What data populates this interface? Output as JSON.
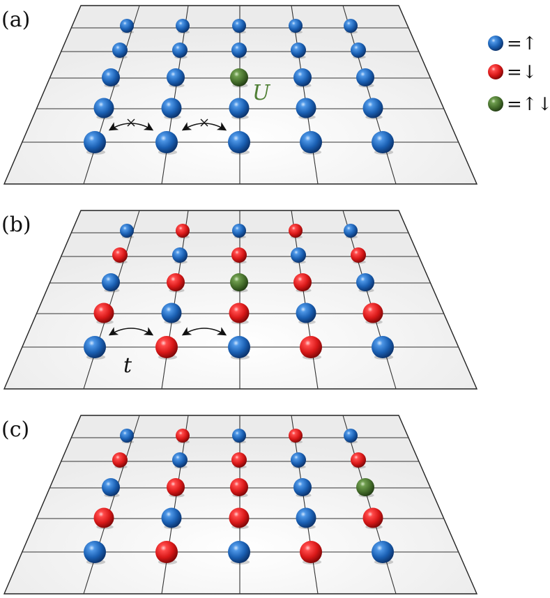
{
  "legend": {
    "items": [
      {
        "type": "up",
        "text": "=↑"
      },
      {
        "type": "down",
        "text": "=↓"
      },
      {
        "type": "double",
        "text": "=↑↓"
      }
    ]
  },
  "colors": {
    "up": "#1f67b8",
    "down": "#e01d1d",
    "double": "#4a7a2f",
    "plane_fill": "#f2f2f2",
    "grid": "#303030",
    "annotation_u": "#4f7f34"
  },
  "panels": [
    {
      "label": "(a)",
      "rows": [
        [
          "up",
          "up",
          "up",
          "up",
          "up"
        ],
        [
          "up",
          "up",
          "up",
          "up",
          "up"
        ],
        [
          "up",
          "up",
          "double",
          "up",
          "up"
        ],
        [
          "up",
          "up",
          "up",
          "up",
          "up"
        ],
        [
          "up",
          "up",
          "up",
          "up",
          "up"
        ]
      ],
      "annotation": {
        "text": "U",
        "kind": "interaction"
      },
      "hops": {
        "blocked": true
      }
    },
    {
      "label": "(b)",
      "rows": [
        [
          "up",
          "down",
          "up",
          "down",
          "up"
        ],
        [
          "down",
          "up",
          "down",
          "up",
          "down"
        ],
        [
          "up",
          "down",
          "double",
          "down",
          "up"
        ],
        [
          "down",
          "up",
          "down",
          "up",
          "down"
        ],
        [
          "up",
          "down",
          "up",
          "down",
          "up"
        ]
      ],
      "annotation": {
        "text": "t",
        "kind": "hopping"
      },
      "hops": {
        "blocked": false
      }
    },
    {
      "label": "(c)",
      "rows": [
        [
          "up",
          "down",
          "up",
          "down",
          "up"
        ],
        [
          "down",
          "up",
          "down",
          "up",
          "down"
        ],
        [
          "up",
          "down",
          "down",
          "up",
          "double"
        ],
        [
          "down",
          "up",
          "down",
          "up",
          "down"
        ],
        [
          "up",
          "down",
          "up",
          "down",
          "up"
        ]
      ],
      "annotation": null,
      "hops": null
    }
  ]
}
